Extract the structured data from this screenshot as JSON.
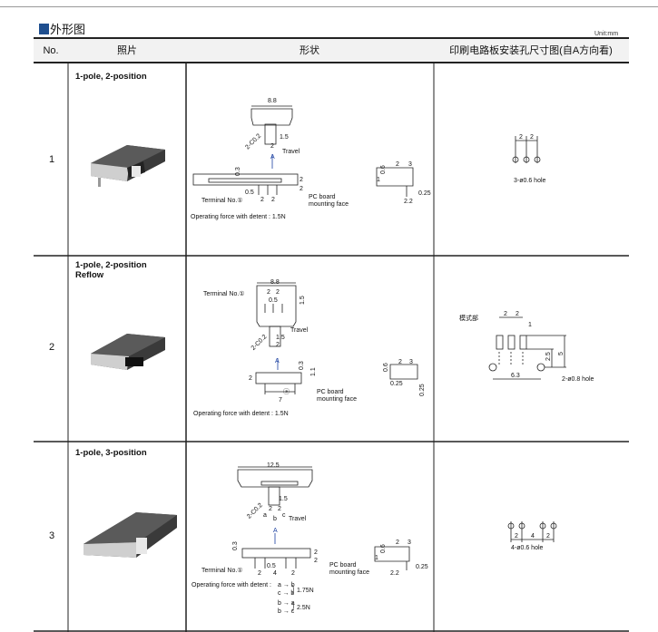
{
  "title": "外形图",
  "unit": "Unit:mm",
  "headers": {
    "no": "No.",
    "photo": "照片",
    "shape": "形状",
    "pcb": "印刷电路板安装孔尺寸图(自A方向看)"
  },
  "rows": [
    {
      "no": "1",
      "name": "1-pole, 2-position",
      "dims": {
        "width": "8.8",
        "c": "2-C0.2",
        "d15": "1.5",
        "d2": "2",
        "travel": "Travel",
        "a": "A",
        "d03": "0.3",
        "d05": "0.5",
        "p1": "2",
        "p2": "2",
        "h1": "2",
        "h2": "2",
        "terminal": "Terminal  No.①",
        "pcb1": "PC board",
        "pcb2": "mounting face",
        "s06": "0.6",
        "s2": "2",
        "s3": "3",
        "s1": "1",
        "s22": "2.2",
        "s025": "0.25"
      },
      "force": "Operating force with detent : 1.5N",
      "holes": {
        "p1": "2",
        "p2": "2",
        "label": "3-ø0.6 hole"
      }
    },
    {
      "no": "2",
      "name": "1-pole, 2-position",
      "name2": "Reflow",
      "dims": {
        "width": "8.8",
        "terminal": "Terminal  No.①",
        "p1": "2",
        "p2": "2",
        "d05": "0.5",
        "d15a": "1.5",
        "c": "2-C0.2",
        "d15": "1.5",
        "d2": "2",
        "travel": "Travel",
        "a": "A",
        "d03": "0.3",
        "d11": "1.1",
        "h2": "2",
        "circ": "ⓐ",
        "d7": "7",
        "pcb1": "PC board",
        "pcb2": "mounting face",
        "s06": "0.6",
        "s2": "2",
        "s3": "3",
        "s025a": "0.25",
        "s025b": "0.25"
      },
      "force": "Operating force with detent : 1.5N",
      "holes": {
        "label1": "模式部",
        "p1": "2",
        "p2": "2",
        "d1": "1",
        "d25": "2.5",
        "d5": "5",
        "d63": "6.3",
        "label": "2-ø0.8 hole"
      }
    },
    {
      "no": "3",
      "name": "1-pole, 3-position",
      "dims": {
        "width": "12.5",
        "c": "2-C0.2",
        "d15": "1.5",
        "p1": "2",
        "p2": "2",
        "a_": "a",
        "b_": "b",
        "c_": "c",
        "travel": "Travel",
        "a": "A",
        "d03": "0.3",
        "h1": "2",
        "h2": "2",
        "d05": "0.5",
        "terminal": "Terminal  No.①",
        "q1": "2",
        "q2": "4",
        "q3": "2",
        "pcb1": "PC board",
        "pcb2": "mounting  face",
        "s06": "0.6",
        "s2": "2",
        "s3": "3",
        "s1": "1",
        "s22": "2.2",
        "s025": "0.25"
      },
      "force": "Operating force with detent :",
      "force_lines": [
        "a → b",
        "c → b",
        "b → a",
        "b → c"
      ],
      "force_values": [
        "1.75N",
        "2.5N"
      ],
      "holes": {
        "p1": "2",
        "p2": "4",
        "p3": "2",
        "label": "4-ø0.6 hole"
      }
    }
  ],
  "colors": {
    "accent": "#1f4f8f",
    "dim_blue": "#1a3fa0"
  }
}
